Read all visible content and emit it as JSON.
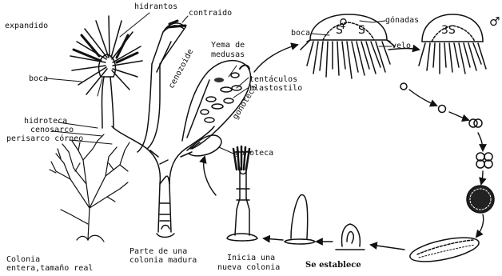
{
  "labels": {
    "expandido": "expandido",
    "hidrantos": "hidrantos",
    "contraido": "contraido",
    "boca_polyp": "boca",
    "hidroteca": "hidroteca",
    "cenosarco": "cenosarco",
    "perisarco": "perisarco córneo",
    "coenozoide": "cenozoide",
    "yema_l1": "Yema de",
    "yema_l2": "medusas",
    "gonoteca": "gonoteca",
    "blastostilo": "blastostilo",
    "tentaculos": "tentáculos",
    "boca_medusa": "boca",
    "gonadas": "gónadas",
    "velo": "velo",
    "female_symbol": "♀",
    "male_symbol": "♂",
    "colonia_l1": "Colonia",
    "colonia_l2": "entera,tamaño real",
    "parte_l1": "Parte de una",
    "parte_l2": "colonia madura",
    "inicia_l1": "Inicia una",
    "inicia_l2": "nueva colonia",
    "establece": "Se establece"
  },
  "gonad_glyph": "S",
  "gonad_glyph_2": "3S"
}
